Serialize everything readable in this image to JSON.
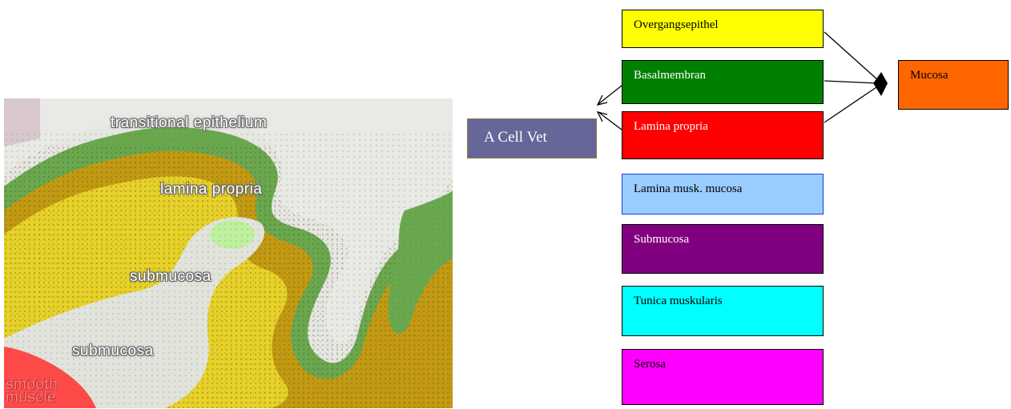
{
  "histology": {
    "labels": {
      "transitional_epithelium": "transitional epithelium",
      "lamina_propria": "lamina propria",
      "submucosa_upper": "submucosa",
      "submucosa_lower": "submucosa",
      "smooth": "smooth",
      "muscle": "muscle"
    }
  },
  "cell_vet": "A Cell Vet",
  "layers": [
    {
      "label": "Overgangsepithel",
      "color": "#ffff00",
      "text_color": "#000000"
    },
    {
      "label": "Basalmembran",
      "color": "#008000",
      "text_color": "#ffffff"
    },
    {
      "label": "Lamina propria",
      "color": "#ff0000",
      "text_color": "#ffffff"
    },
    {
      "label": "Lamina musk. mucosa",
      "color": "#99ccff",
      "text_color": "#000000"
    },
    {
      "label": "Submucosa",
      "color": "#800080",
      "text_color": "#ffffff"
    },
    {
      "label": "Tunica muskularis",
      "color": "#00ffff",
      "text_color": "#000000"
    },
    {
      "label": "Serosa",
      "color": "#ff00ff",
      "text_color": "#000000"
    }
  ],
  "mucosa": "Mucosa"
}
